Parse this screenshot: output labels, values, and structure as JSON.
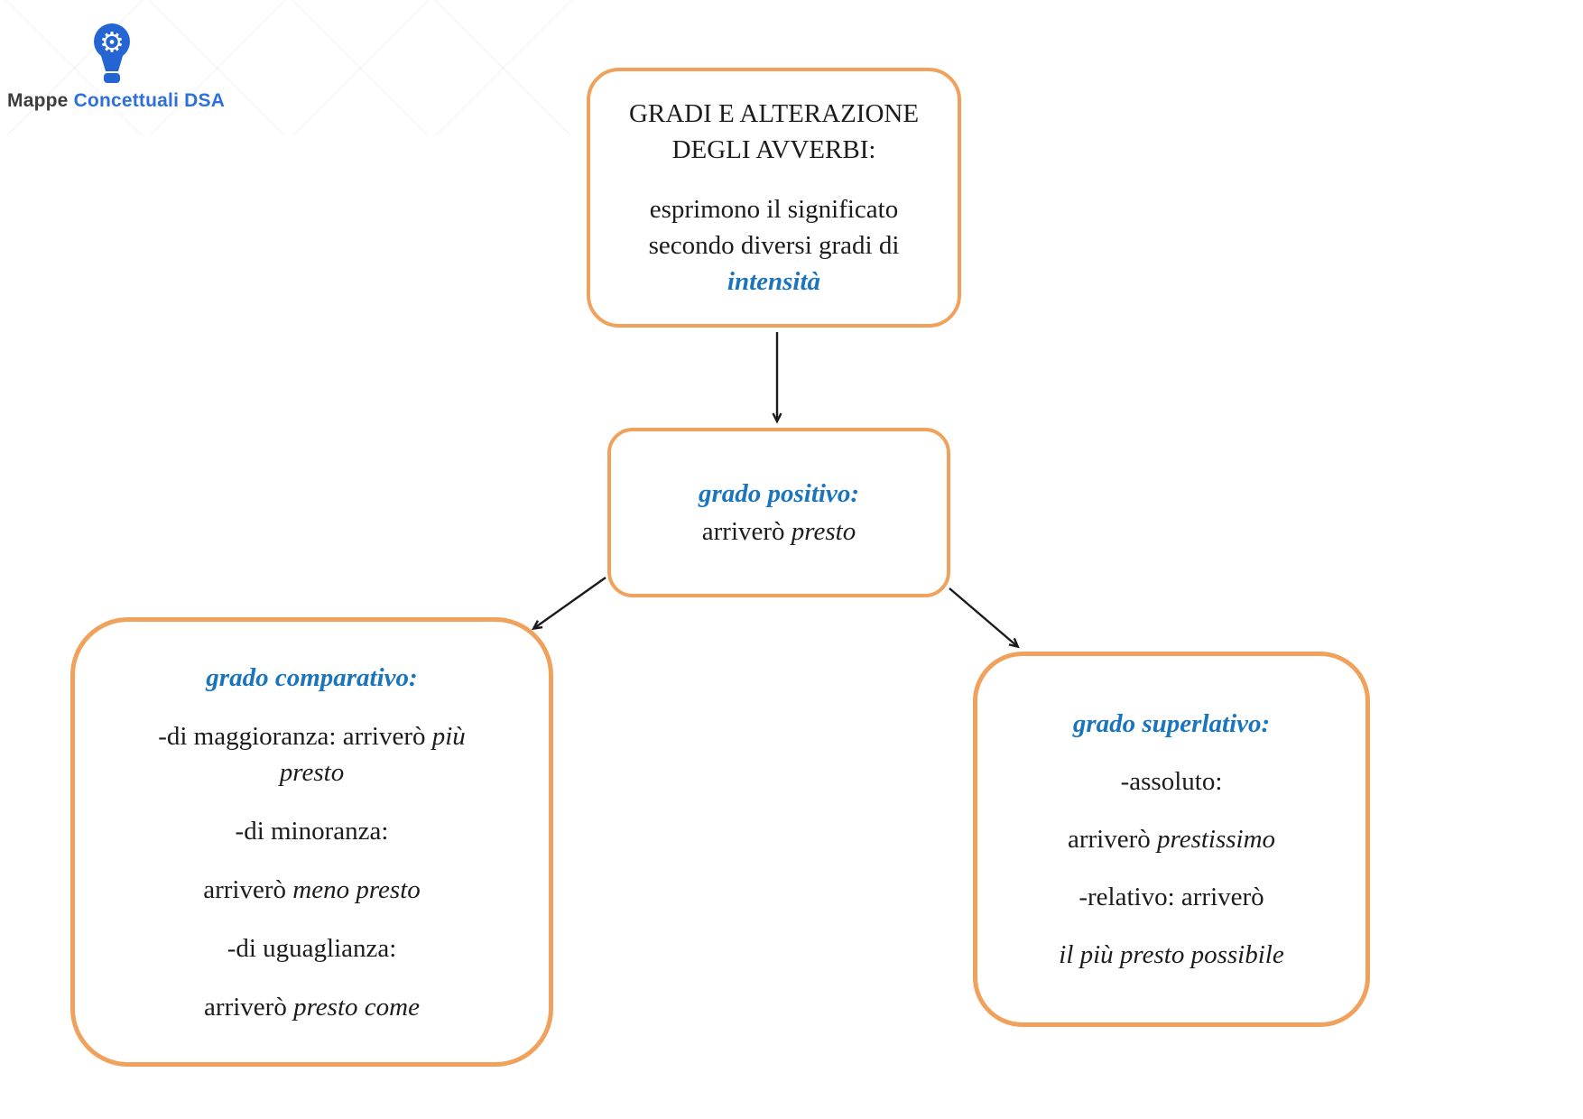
{
  "colors": {
    "orange": "#f0a15c",
    "blue": "#1b75bc",
    "ink": "#1c1c1c",
    "logo-gray": "#3d3d3d",
    "logo-blue": "#2e70d7",
    "bulb": "#2465d3",
    "arrow": "#1a1a1a"
  },
  "logo": {
    "icon": "lightbulb-gear-icon",
    "brand_dark": "Mappe",
    "brand_blue": "Concettuali DSA"
  },
  "nodes": {
    "root": {
      "title_line1": "GRADI E ALTERAZIONE",
      "title_line2": "DEGLI AVVERBI:",
      "body_line1": "esprimono il significato",
      "body_line2": "secondo diversi gradi di",
      "body_highlight": "intensità"
    },
    "positivo": {
      "title": "grado positivo:",
      "example_roman": "arriverò ",
      "example_italic": "presto"
    },
    "comparativo": {
      "title": "grado comparativo:",
      "maggioranza_roman": "-di maggioranza: arriverò ",
      "maggioranza_italic_1": "più",
      "maggioranza_italic_2": "presto",
      "minoranza_label": "-di minoranza:",
      "minoranza_roman": "arriverò ",
      "minoranza_italic": "meno presto",
      "uguaglianza_label": "-di uguaglianza:",
      "uguaglianza_roman": "arriverò ",
      "uguaglianza_italic": "presto come"
    },
    "superlativo": {
      "title": "grado superlativo:",
      "assoluto_label": "-assoluto:",
      "assoluto_roman": "arriverò ",
      "assoluto_italic": "prestissimo",
      "relativo_label": "-relativo: arriverò",
      "relativo_example_italic": "il più presto possibile"
    }
  },
  "connectors": [
    {
      "name": "root-to-positivo"
    },
    {
      "name": "positivo-to-comparativo"
    },
    {
      "name": "positivo-to-superlativo"
    }
  ]
}
